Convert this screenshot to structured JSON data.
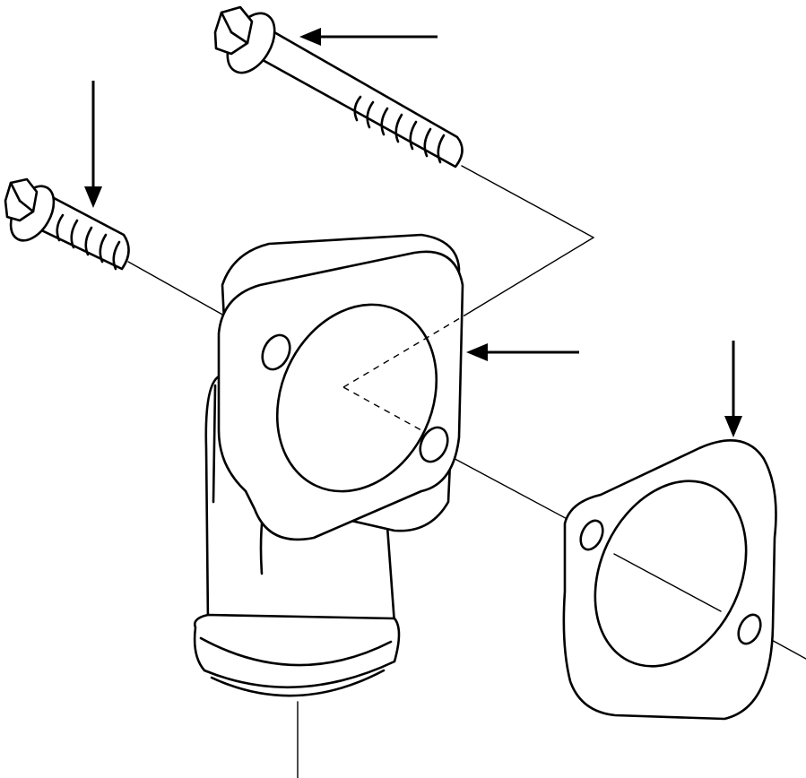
{
  "diagram": {
    "parts": [
      {
        "id": "long-flange-bolt",
        "icon": "bolt"
      },
      {
        "id": "short-flange-bolt",
        "icon": "bolt"
      },
      {
        "id": "elbow-connector",
        "icon": "water-outlet-elbow"
      },
      {
        "id": "gasket",
        "icon": "two-hole-gasket"
      }
    ],
    "pointer_arrows": 4,
    "colors": {
      "ink": "#000000",
      "paper": "#ffffff"
    }
  }
}
